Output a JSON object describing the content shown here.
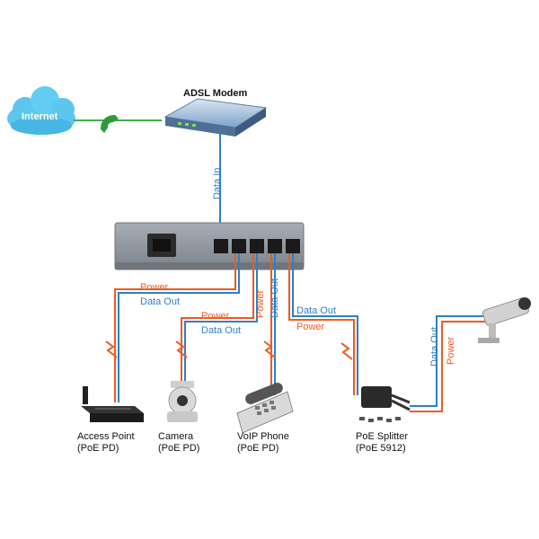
{
  "labels": {
    "internet": "Internet",
    "modem": "ADSL Modem",
    "data_in": "Data In",
    "power": "Power",
    "data_out": "Data Out",
    "ap_name": "Access Point",
    "ap_type": "(PoE PD)",
    "camera_name": "Camera",
    "camera_type": "(PoE PD)",
    "voip_name": "VoIP Phone",
    "voip_type": "(PoE PD)",
    "splitter_name": "PoE Splitter",
    "splitter_type": "(PoE 5912)"
  },
  "colors": {
    "data": "#2f7fc6",
    "power": "#f05a1e",
    "phone_line": "#3cb34a",
    "cloud": "#5bc6ee",
    "switch_body": "#8f959c"
  }
}
